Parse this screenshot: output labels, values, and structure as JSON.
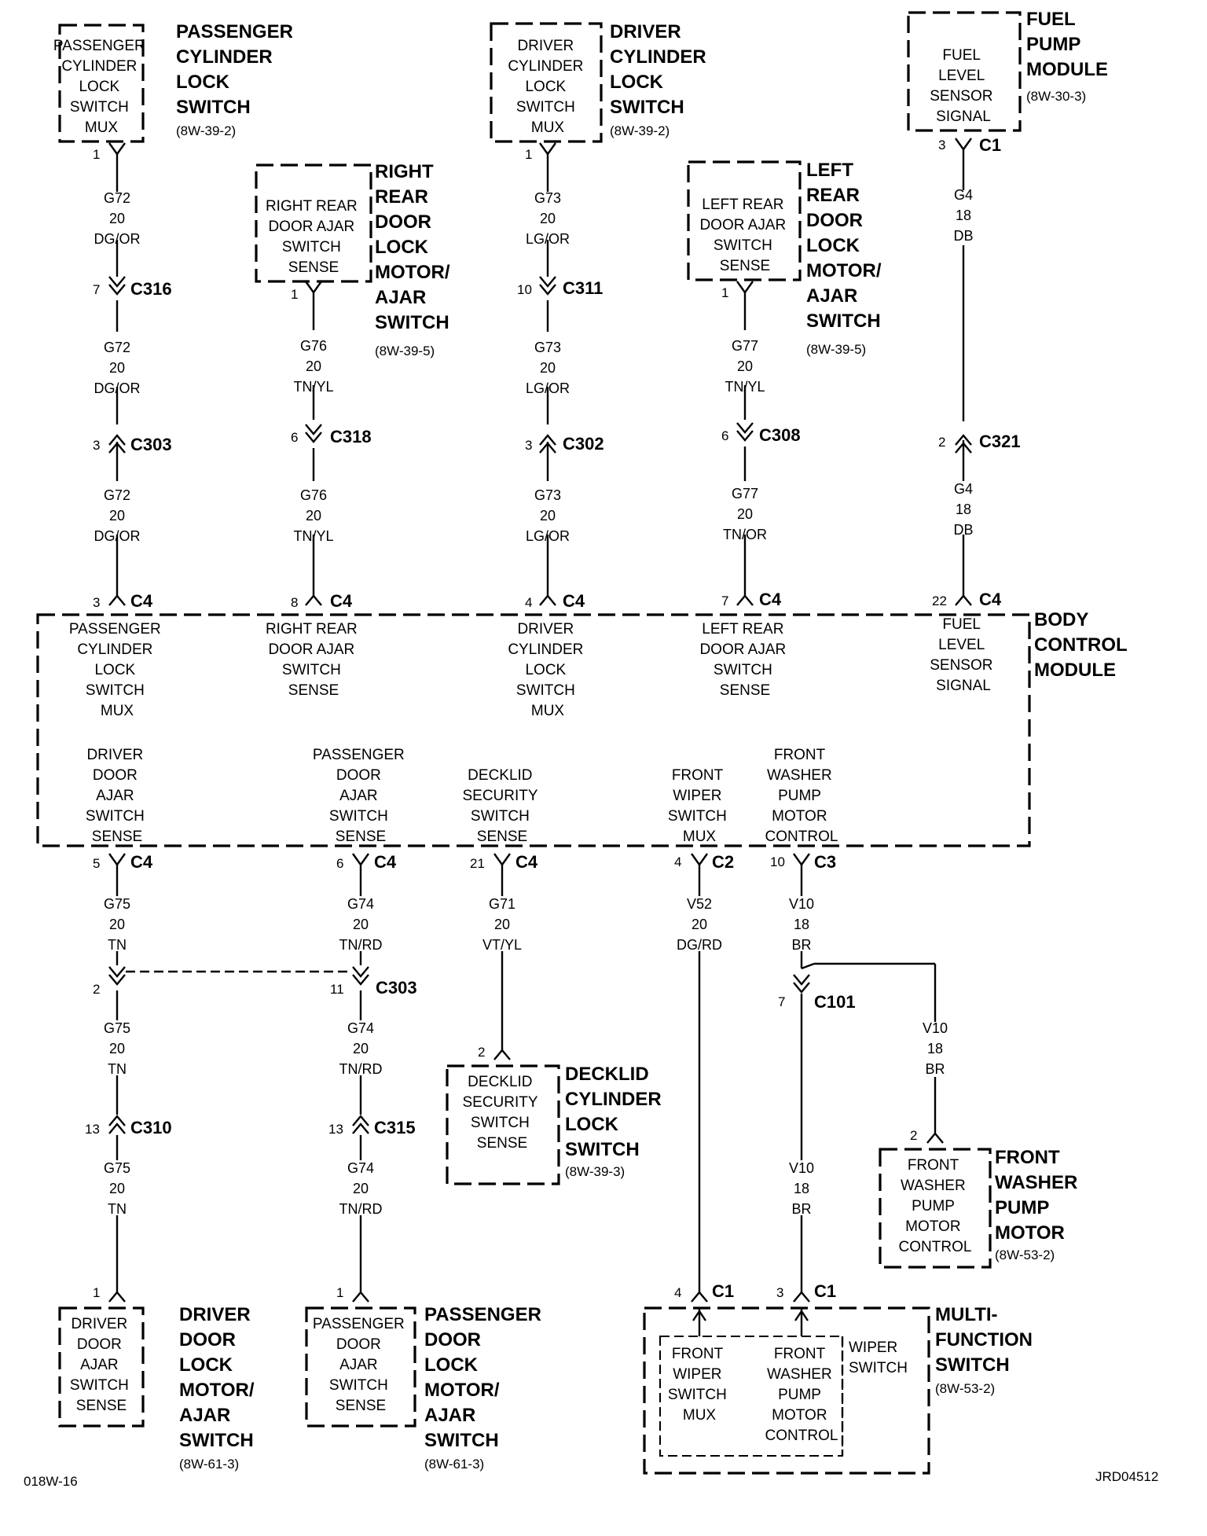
{
  "footer": {
    "left": "018W-16",
    "right": "JRD04512"
  },
  "components": {
    "pass_cyl": {
      "inner": [
        "PASSENGER",
        "CYLINDER",
        "LOCK",
        "SWITCH",
        "MUX"
      ],
      "title": [
        "PASSENGER",
        "CYLINDER",
        "LOCK",
        "SWITCH"
      ],
      "ref": "(8W-39-2)"
    },
    "rr_door": {
      "inner": [
        "RIGHT REAR",
        "DOOR AJAR",
        "SWITCH",
        "SENSE"
      ],
      "title": [
        "RIGHT",
        "REAR",
        "DOOR",
        "LOCK",
        "MOTOR/",
        "AJAR",
        "SWITCH"
      ],
      "ref": "(8W-39-5)"
    },
    "drv_cyl": {
      "inner": [
        "DRIVER",
        "CYLINDER",
        "LOCK",
        "SWITCH",
        "MUX"
      ],
      "title": [
        "DRIVER",
        "CYLINDER",
        "LOCK",
        "SWITCH"
      ],
      "ref": "(8W-39-2)"
    },
    "lr_door": {
      "inner": [
        "LEFT REAR",
        "DOOR AJAR",
        "SWITCH",
        "SENSE"
      ],
      "title": [
        "LEFT",
        "REAR",
        "DOOR",
        "LOCK",
        "MOTOR/",
        "AJAR",
        "SWITCH"
      ],
      "ref": "(8W-39-5)"
    },
    "fuel_pump": {
      "inner": [
        "FUEL",
        "LEVEL",
        "SENSOR",
        "SIGNAL"
      ],
      "title": [
        "FUEL",
        "PUMP",
        "MODULE"
      ],
      "ref": "(8W-30-3)"
    },
    "bcm": {
      "title": [
        "BODY",
        "CONTROL",
        "MODULE"
      ],
      "top_labels": [
        [
          "PASSENGER",
          "CYLINDER",
          "LOCK",
          "SWITCH",
          "MUX"
        ],
        [
          "RIGHT REAR",
          "DOOR AJAR",
          "SWITCH",
          "SENSE"
        ],
        [
          "DRIVER",
          "CYLINDER",
          "LOCK",
          "SWITCH",
          "MUX"
        ],
        [
          "LEFT REAR",
          "DOOR AJAR",
          "SWITCH",
          "SENSE"
        ],
        [
          "FUEL",
          "LEVEL",
          "SENSOR",
          "SIGNAL"
        ]
      ],
      "bottom_labels": [
        [
          "DRIVER",
          "DOOR",
          "AJAR",
          "SWITCH",
          "SENSE"
        ],
        [
          "PASSENGER",
          "DOOR",
          "AJAR",
          "SWITCH",
          "SENSE"
        ],
        [
          "DECKLID",
          "SECURITY",
          "SWITCH",
          "SENSE"
        ],
        [
          "FRONT",
          "WIPER",
          "SWITCH",
          "MUX"
        ],
        [
          "FRONT",
          "WASHER",
          "PUMP",
          "MOTOR",
          "CONTROL"
        ]
      ]
    },
    "decklid": {
      "inner": [
        "DECKLID",
        "SECURITY",
        "SWITCH",
        "SENSE"
      ],
      "title": [
        "DECKLID",
        "CYLINDER",
        "LOCK",
        "SWITCH"
      ],
      "ref": "(8W-39-3)"
    },
    "washer": {
      "inner": [
        "FRONT",
        "WASHER",
        "PUMP",
        "MOTOR",
        "CONTROL"
      ],
      "title": [
        "FRONT",
        "WASHER",
        "PUMP",
        "MOTOR"
      ],
      "ref": "(8W-53-2)"
    },
    "drv_door": {
      "inner": [
        "DRIVER",
        "DOOR",
        "AJAR",
        "SWITCH",
        "SENSE"
      ],
      "title": [
        "DRIVER",
        "DOOR",
        "LOCK",
        "MOTOR/",
        "AJAR",
        "SWITCH"
      ],
      "ref": "(8W-61-3)"
    },
    "pass_door": {
      "inner": [
        "PASSENGER",
        "DOOR",
        "AJAR",
        "SWITCH",
        "SENSE"
      ],
      "title": [
        "PASSENGER",
        "DOOR",
        "LOCK",
        "MOTOR/",
        "AJAR",
        "SWITCH"
      ],
      "ref": "(8W-61-3)"
    },
    "mfs": {
      "wiper_label": [
        "FRONT",
        "WIPER",
        "SWITCH",
        "MUX"
      ],
      "washer_label": [
        "FRONT",
        "WASHER",
        "PUMP",
        "MOTOR",
        "CONTROL"
      ],
      "sub_label": [
        "WIPER",
        "SWITCH"
      ],
      "title": [
        "MULTI-",
        "FUNCTION",
        "SWITCH"
      ],
      "ref": "(8W-53-2)"
    }
  },
  "wires": {
    "g72": [
      "G72",
      "20",
      "DG/OR"
    ],
    "g76": [
      "G76",
      "20",
      "TN/YL"
    ],
    "g73": [
      "G73",
      "20",
      "LG/OR"
    ],
    "g77a": [
      "G77",
      "20",
      "TN/YL"
    ],
    "g77b": [
      "G77",
      "20",
      "TN/OR"
    ],
    "g4": [
      "G4",
      "18",
      "DB"
    ],
    "g75": [
      "G75",
      "20",
      "TN"
    ],
    "g74": [
      "G74",
      "20",
      "TN/RD"
    ],
    "g71": [
      "G71",
      "20",
      "VT/YL"
    ],
    "v52": [
      "V52",
      "20",
      "DG/RD"
    ],
    "v10": [
      "V10",
      "18",
      "BR"
    ]
  },
  "connectors": {
    "pass_cyl_pin": "1",
    "c316": {
      "name": "C316",
      "pin": "7"
    },
    "c303a": {
      "name": "C303",
      "pin": "3"
    },
    "bcm_c4_3": {
      "name": "C4",
      "pin": "3"
    },
    "rr_pin": "1",
    "c318": {
      "name": "C318",
      "pin": "6"
    },
    "bcm_c4_8": {
      "name": "C4",
      "pin": "8"
    },
    "drv_cyl_pin": "1",
    "c311": {
      "name": "C311",
      "pin": "10"
    },
    "c302": {
      "name": "C302",
      "pin": "3"
    },
    "bcm_c4_4": {
      "name": "C4",
      "pin": "4"
    },
    "lr_pin": "1",
    "c308": {
      "name": "C308",
      "pin": "6"
    },
    "bcm_c4_7": {
      "name": "C4",
      "pin": "7"
    },
    "fuel_c1": {
      "name": "C1",
      "pin": "3"
    },
    "c321": {
      "name": "C321",
      "pin": "2"
    },
    "bcm_c4_22": {
      "name": "C4",
      "pin": "22"
    },
    "bcm_c4_5": {
      "name": "C4",
      "pin": "5"
    },
    "bcm_c4_6": {
      "name": "C4",
      "pin": "6"
    },
    "bcm_c4_21": {
      "name": "C4",
      "pin": "21"
    },
    "bcm_c2_4": {
      "name": "C2",
      "pin": "4"
    },
    "bcm_c3_10": {
      "name": "C3",
      "pin": "10"
    },
    "c303_2": "2",
    "c303b": {
      "name": "C303",
      "pin": "11"
    },
    "c310": {
      "name": "C310",
      "pin": "13"
    },
    "c315": {
      "name": "C315",
      "pin": "13"
    },
    "decklid_pin": "2",
    "c101": {
      "name": "C101",
      "pin": "7"
    },
    "washer_pin": "2",
    "drv_door_pin": "1",
    "pass_door_pin": "1",
    "mfs_c1_4": {
      "name": "C1",
      "pin": "4"
    },
    "mfs_c1_3": {
      "name": "C1",
      "pin": "3"
    }
  }
}
